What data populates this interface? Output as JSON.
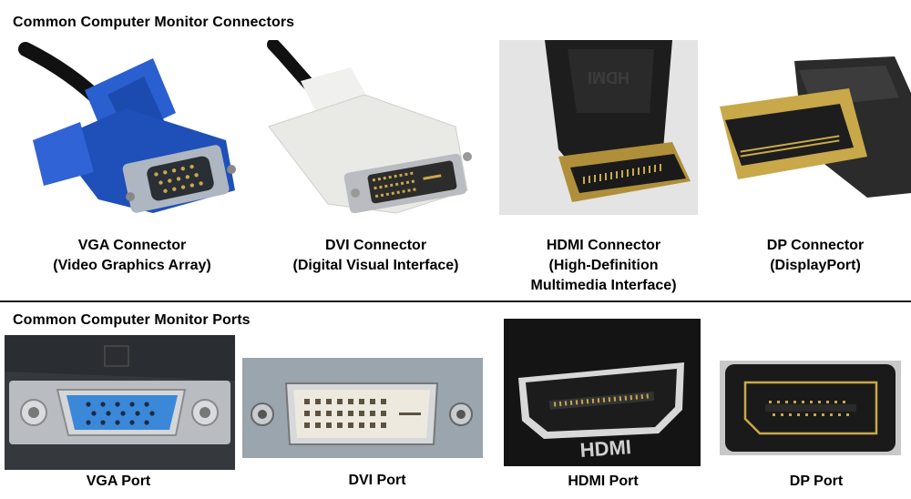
{
  "titles": {
    "connectors": "Common Computer Monitor Connectors",
    "ports": "Common Computer Monitor Ports"
  },
  "connectors": [
    {
      "name": "VGA Connector",
      "subtitle": "(Video Graphics Array)"
    },
    {
      "name": "DVI Connector",
      "subtitle": "(Digital Visual Interface)"
    },
    {
      "name": "HDMI Connector",
      "subtitle": "(High-Definition",
      "subtitle2": "Multimedia Interface)"
    },
    {
      "name": "DP Connector",
      "subtitle": "(DisplayPort)"
    }
  ],
  "ports": [
    {
      "name": "VGA Port"
    },
    {
      "name": "DVI Port"
    },
    {
      "name": "HDMI Port",
      "label": "HDMI"
    },
    {
      "name": "DP Port"
    }
  ],
  "colors": {
    "vga_blue": "#1f4fb8",
    "dvi_white": "#e9e9e6",
    "hdmi_black": "#222222",
    "gold": "#c9a84a",
    "divider": "#1a1a1a"
  }
}
